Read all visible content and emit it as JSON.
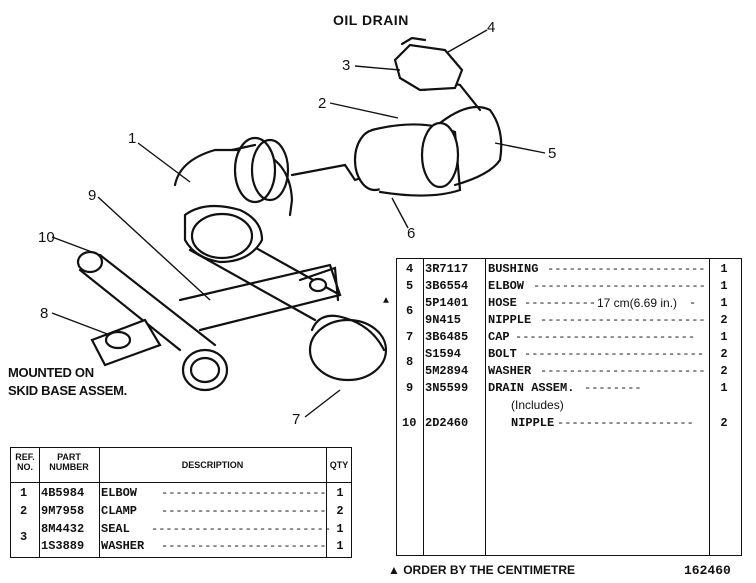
{
  "diagram": {
    "title": "OIL DRAIN",
    "mounted_note_line1": "MOUNTED ON",
    "mounted_note_line2": "SKID BASE ASSEM.",
    "callouts": [
      "1",
      "2",
      "3",
      "4",
      "5",
      "6",
      "7",
      "8",
      "9",
      "10"
    ]
  },
  "left_table": {
    "headers": {
      "ref": "REF. NO.",
      "part": "PART NUMBER",
      "desc": "DESCRIPTION",
      "qty": "QTY"
    },
    "rows": [
      {
        "ref": "1",
        "part": "4B5984",
        "desc": "ELBOW",
        "qty": "1"
      },
      {
        "ref": "2",
        "part": "9M7958",
        "desc": "CLAMP",
        "qty": "2"
      },
      {
        "ref": "3",
        "part": "8M4432",
        "desc": "SEAL",
        "qty": "1"
      },
      {
        "ref": "",
        "part": "1S3889",
        "desc": "WASHER",
        "qty": "1"
      }
    ]
  },
  "right_table": {
    "rows": [
      {
        "ref": "4",
        "part": "3R7117",
        "desc": "BUSHING",
        "note": "",
        "qty": "1"
      },
      {
        "ref": "5",
        "part": "3B6554",
        "desc": "ELBOW",
        "note": "",
        "qty": "1"
      },
      {
        "ref": "6",
        "part": "5P1401",
        "desc": "HOSE",
        "note": "17 cm(6.69 in.)",
        "qty": "1"
      },
      {
        "ref": "",
        "part": "9N415",
        "desc": "NIPPLE",
        "note": "",
        "qty": "2"
      },
      {
        "ref": "7",
        "part": "3B6485",
        "desc": "CAP",
        "note": "",
        "qty": "1"
      },
      {
        "ref": "8",
        "part": "S1594",
        "desc": "BOLT",
        "note": "",
        "qty": "2"
      },
      {
        "ref": "",
        "part": "5M2894",
        "desc": "WASHER",
        "note": "",
        "qty": "2"
      },
      {
        "ref": "9",
        "part": "3N5599",
        "desc": "DRAIN ASSEM.",
        "note": "",
        "qty": "1"
      },
      {
        "ref": "",
        "part": "",
        "desc": "(Includes)",
        "note": "",
        "qty": ""
      },
      {
        "ref": "10",
        "part": "2D2460",
        "desc": "NIPPLE",
        "note": "",
        "qty": "2"
      }
    ]
  },
  "footer": {
    "order_note": "▲ ORDER BY THE CENTIMETRE",
    "code": "162460"
  }
}
